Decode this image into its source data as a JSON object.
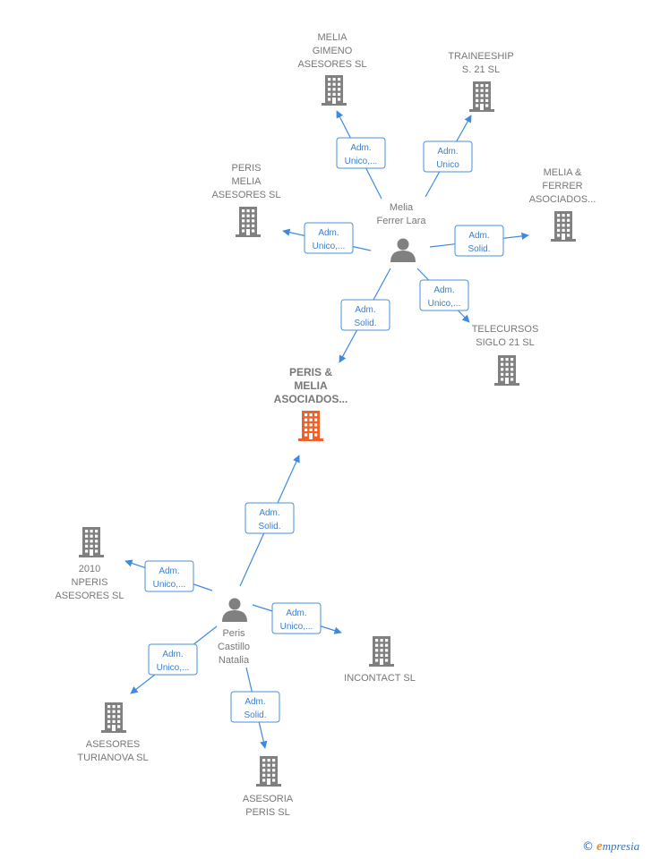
{
  "colors": {
    "edge": "#3d8ae0",
    "building": "#808080",
    "building_main": "#f0602a",
    "person": "#808080",
    "label": "#777777",
    "relation_text": "#3a7fd0"
  },
  "companies": [
    {
      "id": "c_main",
      "lines": [
        "PERIS &",
        "MELIA",
        "ASOCIADOS..."
      ],
      "main": true
    },
    {
      "id": "c_gimeno",
      "lines": [
        "MELIA",
        "GIMENO",
        "ASESORES  SL"
      ]
    },
    {
      "id": "c_trainee",
      "lines": [
        "TRAINEESHIP",
        "S.  21  SL"
      ]
    },
    {
      "id": "c_perismelia",
      "lines": [
        "PERIS",
        "MELIA",
        "ASESORES  SL"
      ]
    },
    {
      "id": "c_meliaferrer",
      "lines": [
        "MELIA &",
        "FERRER",
        "ASOCIADOS..."
      ]
    },
    {
      "id": "c_telecursos",
      "lines": [
        "TELECURSOS",
        "SIGLO 21  SL"
      ]
    },
    {
      "id": "c_2010",
      "lines": [
        "2010",
        "NPERIS",
        "ASESORES  SL"
      ]
    },
    {
      "id": "c_incontact",
      "lines": [
        "INCONTACT  SL"
      ]
    },
    {
      "id": "c_turianova",
      "lines": [
        "ASESORES",
        "TURIANOVA  SL"
      ]
    },
    {
      "id": "c_asesoria",
      "lines": [
        "ASESORIA",
        "PERIS SL"
      ]
    }
  ],
  "persons": [
    {
      "id": "p_melia",
      "lines": [
        "Melia",
        "Ferrer Lara"
      ]
    },
    {
      "id": "p_peris",
      "lines": [
        "Peris",
        "Castillo",
        "Natalia"
      ]
    }
  ],
  "relations": [
    {
      "from": "p_melia",
      "to": "c_gimeno",
      "lines": [
        "Adm.",
        "Unico,..."
      ]
    },
    {
      "from": "p_melia",
      "to": "c_trainee",
      "lines": [
        "Adm.",
        "Unico"
      ]
    },
    {
      "from": "p_melia",
      "to": "c_perismelia",
      "lines": [
        "Adm.",
        "Unico,..."
      ]
    },
    {
      "from": "p_melia",
      "to": "c_meliaferrer",
      "lines": [
        "Adm.",
        "Solid."
      ]
    },
    {
      "from": "p_melia",
      "to": "c_telecursos",
      "lines": [
        "Adm.",
        "Unico,..."
      ]
    },
    {
      "from": "p_melia",
      "to": "c_main",
      "lines": [
        "Adm.",
        "Solid."
      ]
    },
    {
      "from": "p_peris",
      "to": "c_main",
      "lines": [
        "Adm.",
        "Solid."
      ]
    },
    {
      "from": "p_peris",
      "to": "c_2010",
      "lines": [
        "Adm.",
        "Unico,..."
      ]
    },
    {
      "from": "p_peris",
      "to": "c_incontact",
      "lines": [
        "Adm.",
        "Unico,..."
      ]
    },
    {
      "from": "p_peris",
      "to": "c_turianova",
      "lines": [
        "Adm.",
        "Unico,..."
      ]
    },
    {
      "from": "p_peris",
      "to": "c_asesoria",
      "lines": [
        "Adm.",
        "Solid."
      ]
    }
  ],
  "footer": {
    "copyright": "©",
    "brand_initial": "e",
    "brand_rest": "mpresia"
  }
}
